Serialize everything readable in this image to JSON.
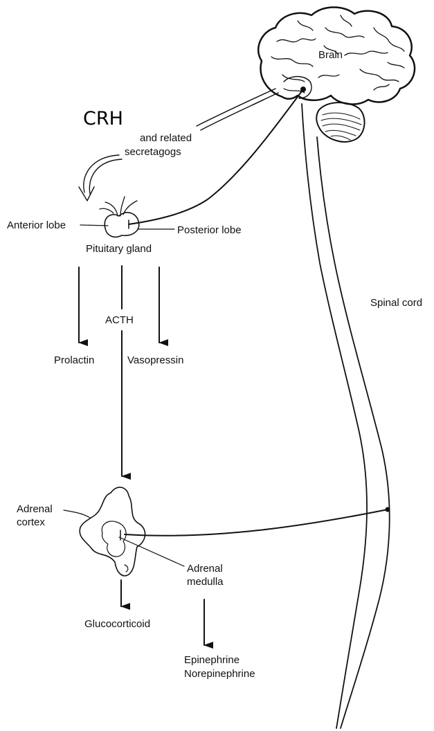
{
  "labels": {
    "crh": "CRH",
    "related_1": "and related",
    "related_2": "secretagogs",
    "brain": "Brain",
    "anterior_lobe": "Anterior lobe",
    "posterior_lobe": "Posterior lobe",
    "pituitary_gland": "Pituitary gland",
    "acth": "ACTH",
    "spinal_cord": "Spinal cord",
    "prolactin": "Prolactin",
    "vasopressin": "Vasopressin",
    "adrenal_cortex_1": "Adrenal",
    "adrenal_cortex_2": "cortex",
    "adrenal_medulla_1": "Adrenal",
    "adrenal_medulla_2": "medulla",
    "glucocorticoid": "Glucocorticoid",
    "epinephrine": "Epinephrine",
    "norepinephrine": "Norepinephrine"
  },
  "colors": {
    "ink": "#111111",
    "background": "#ffffff"
  }
}
